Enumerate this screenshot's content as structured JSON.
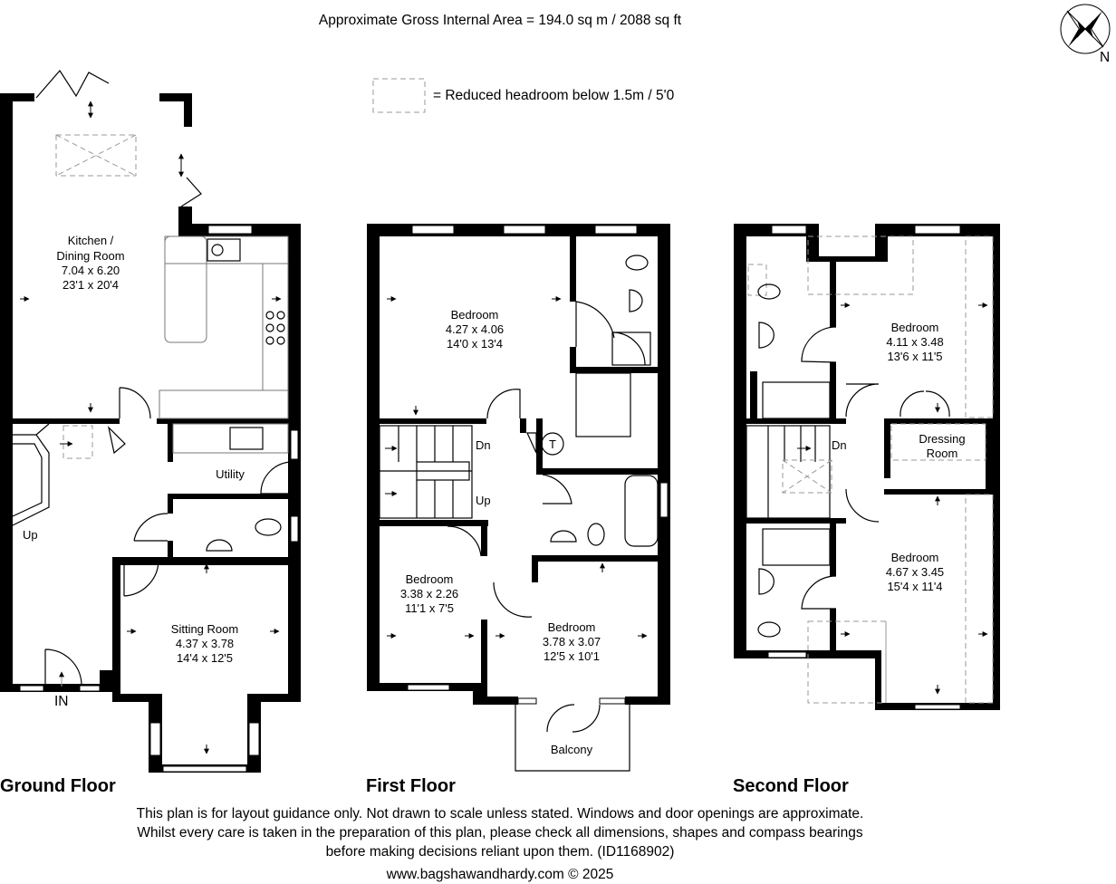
{
  "header": {
    "area": "Approximate Gross Internal Area = 194.0 sq m / 2088 sq ft",
    "legend_text": "= Reduced headroom below 1.5m / 5'0",
    "compass_label": "N"
  },
  "ground_floor": {
    "title": "Ground Floor",
    "kitchen": {
      "name1": "Kitchen /",
      "name2": "Dining Room",
      "metric": "7.04 x 6.20",
      "imperial": "23'1 x 20'4"
    },
    "utility": "Utility",
    "sitting": {
      "name": "Sitting Room",
      "metric": "4.37 x 3.78",
      "imperial": "14'4 x 12'5"
    },
    "up": "Up",
    "entrance": "IN"
  },
  "first_floor": {
    "title": "First Floor",
    "bedroom1": {
      "name": "Bedroom",
      "metric": "4.27 x 4.06",
      "imperial": "14'0 x 13'4"
    },
    "bedroom2": {
      "name": "Bedroom",
      "metric": "3.38 x 2.26",
      "imperial": "11'1 x 7'5"
    },
    "bedroom3": {
      "name": "Bedroom",
      "metric": "3.78 x 3.07",
      "imperial": "12'5 x 10'1"
    },
    "balcony": "Balcony",
    "dn": "Dn",
    "up": "Up",
    "tank": "T"
  },
  "second_floor": {
    "title": "Second Floor",
    "bedroom1": {
      "name": "Bedroom",
      "metric": "4.11 x 3.48",
      "imperial": "13'6 x 11'5"
    },
    "bedroom2": {
      "name": "Bedroom",
      "metric": "4.67 x 3.45",
      "imperial": "15'4 x 11'4"
    },
    "dressing1": "Dressing",
    "dressing2": "Room",
    "dn": "Dn"
  },
  "footer": {
    "line1": "This plan is for layout guidance only. Not drawn to scale unless stated. Windows and door openings are approximate.",
    "line2": "Whilst every care is taken in the preparation of this plan, please check all dimensions, shapes and compass bearings",
    "line3": "before making decisions reliant upon them. (ID1168902)",
    "line4": "www.bagshawandhardy.com © 2025"
  }
}
